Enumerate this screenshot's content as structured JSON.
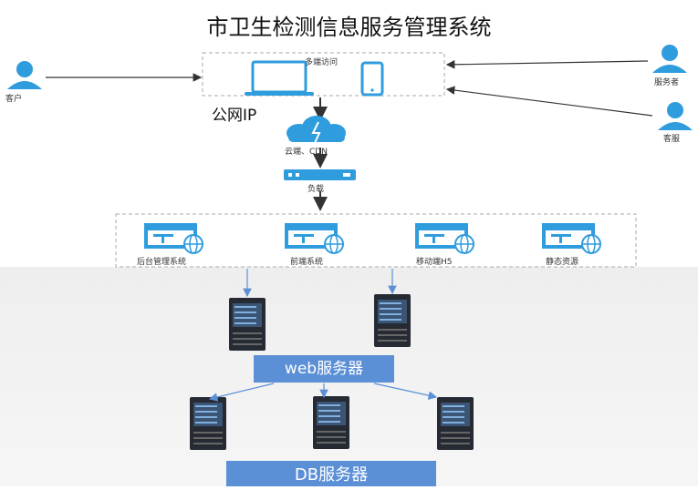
{
  "title": "市卫生检测信息服务管理系统",
  "access": {
    "label": "多端访问"
  },
  "public_ip": "公网IP",
  "cloud": {
    "label": "云端、CDN"
  },
  "load_balancer": {
    "label": "负载"
  },
  "actors": {
    "customer": "客户",
    "server_user": "服务者",
    "service": "客服"
  },
  "apps": [
    "后台管理系统",
    "前端系统",
    "移动端H5",
    "静态资源"
  ],
  "web_server": "web服务器",
  "db_server": "DB服务器",
  "colors": {
    "accent": "#5b8fd6",
    "icon_blue": "#2f9cdd",
    "server_dark": "#252a33",
    "arrow": "#333333"
  }
}
